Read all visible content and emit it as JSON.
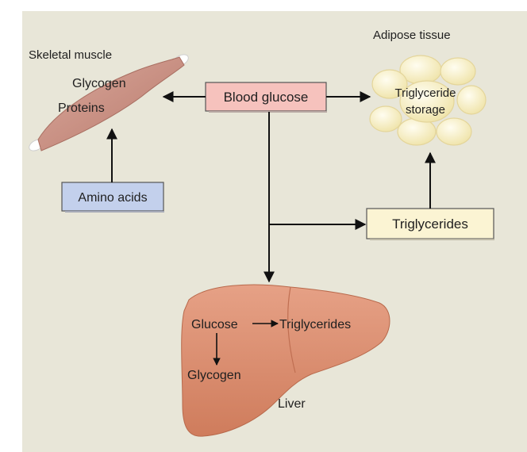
{
  "labels": {
    "skeletal_muscle": "Skeletal muscle",
    "glycogen_muscle": "Glycogen",
    "proteins": "Proteins",
    "blood_glucose": "Blood glucose",
    "adipose_tissue": "Adipose tissue",
    "triglyceride_storage_line1": "Triglyceride",
    "triglyceride_storage_line2": "storage",
    "amino_acids": "Amino acids",
    "triglycerides_box": "Triglycerides",
    "liver_glucose": "Glucose",
    "liver_triglycerides": "Triglycerides",
    "liver_glycogen": "Glycogen",
    "liver": "Liver"
  },
  "colors": {
    "panel_bg": "#e8e6d8",
    "blood_glucose_box": "#f6c2bd",
    "amino_acids_box": "#c3d0ec",
    "triglycerides_box": "#fbf4d3",
    "muscle": "#c98f82",
    "liver": "#d9896b",
    "fat_cell": "#fbf4cf"
  }
}
